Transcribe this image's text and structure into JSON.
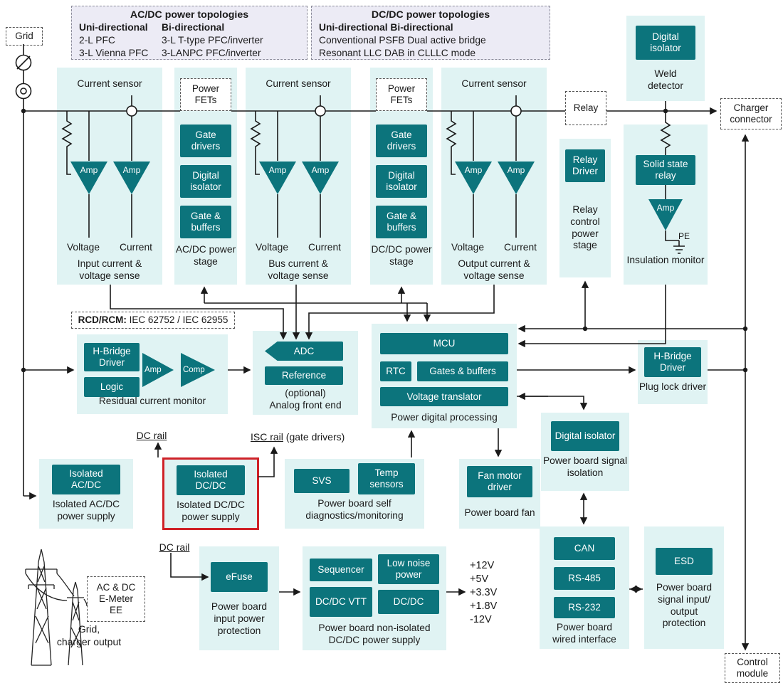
{
  "colors": {
    "teal": "#0c747c",
    "block_bg": "#e0f3f3",
    "topology_bg": "#ecebf5",
    "highlight_red": "#cf2127",
    "line": "#1a1a1a"
  },
  "icons": {
    "breaker": "grid-breaker-icon",
    "meter": "energy-meter-icon",
    "ct": "current-transformer-icon",
    "resistor": "resistor-icon",
    "ground": "pe-ground-icon",
    "towers": "transmission-towers-icon"
  },
  "topology": {
    "acdc": {
      "title": "AC/DC power topologies",
      "h1": "Uni-directional",
      "h2": "Bi-directional",
      "r1c1": "2-L PFC",
      "r1c2": "3-L T-type PFC/inverter",
      "r2c1": "3-L Vienna PFC",
      "r2c2": "3-LANPC PFC/inverter"
    },
    "dcdc": {
      "title": "DC/DC power topologies",
      "h": "Uni-directional Bi-directional",
      "r1": "Conventional PSFB Dual active bridge",
      "r2": "Resonant LLC DAB in CLLLC mode"
    }
  },
  "io": {
    "grid": "Grid",
    "charger_connector": "Charger connector",
    "control_module": "Control module",
    "grid_caption1": "Grid,",
    "grid_caption2": "charger output",
    "emeter1": "AC & DC",
    "emeter2": "E-Meter",
    "emeter3": "EE"
  },
  "weld": {
    "chip": "Digital isolator",
    "label": "Weld detector"
  },
  "cs1": {
    "title": "Current sensor",
    "amp1": "Amp",
    "amp2": "Amp",
    "v": "Voltage",
    "c": "Current",
    "label": "Input current & voltage sense"
  },
  "cs2": {
    "title": "Current sensor",
    "amp1": "Amp",
    "amp2": "Amp",
    "v": "Voltage",
    "c": "Current",
    "label": "Bus current & voltage sense"
  },
  "cs3": {
    "title": "Current sensor",
    "amp1": "Amp",
    "amp2": "Amp",
    "v": "Voltage",
    "c": "Current",
    "label": "Output current & voltage sense"
  },
  "acdc_stage": {
    "fets": "Power FETs",
    "chip1": "Gate drivers",
    "chip2": "Digital isolator",
    "chip3": "Gate & buffers",
    "label": "AC/DC power stage"
  },
  "dcdc_stage": {
    "fets": "Power FETs",
    "chip1": "Gate drivers",
    "chip2": "Digital isolator",
    "chip3": "Gate & buffers",
    "label": "DC/DC power stage"
  },
  "relay_stage": {
    "relay": "Relay",
    "chip": "Relay Driver",
    "label": "Relay control power stage"
  },
  "insulation": {
    "chip": "Solid state relay",
    "amp": "Amp",
    "pe": "PE",
    "label": "Insulation monitor"
  },
  "rcd": {
    "bold": "RCD/RCM:",
    "text": " IEC 62752 / IEC 62955"
  },
  "residual": {
    "chip1": "H-Bridge Driver",
    "chip2": "Logic",
    "amp": "Amp",
    "comp": "Comp",
    "label": "Residual current monitor"
  },
  "afe": {
    "adc": "ADC",
    "ref": "Reference",
    "opt": "(optional)",
    "label": "Analog front end"
  },
  "pdp": {
    "mcu": "MCU",
    "rtc": "RTC",
    "gates": "Gates & buffers",
    "vt": "Voltage translator",
    "label": "Power digital processing"
  },
  "plug_lock": {
    "chip": "H-Bridge Driver",
    "label": "Plug lock driver"
  },
  "sig_iso": {
    "chip": "Digital isolator",
    "label": "Power board signal isolation"
  },
  "rails": {
    "dc_mid": "DC rail",
    "isc": "ISC rail",
    "isc_suffix": " (gate drivers)",
    "dc_bottom": "DC rail"
  },
  "iso_acdc": {
    "chip": "Isolated AC/DC",
    "label": "Isolated AC/DC power supply"
  },
  "iso_dcdc": {
    "chip": "Isolated DC/DC",
    "label": "Isolated DC/DC power supply"
  },
  "diag": {
    "chip1": "SVS",
    "chip2": "Temp sensors",
    "label": "Power board self diagnostics/monitoring"
  },
  "fan": {
    "chip": "Fan motor driver",
    "label": "Power board fan"
  },
  "efuse": {
    "chip": "eFuse",
    "label": "Power board input power protection"
  },
  "noniso": {
    "chip1": "Sequencer",
    "chip2": "Low noise power",
    "chip3": "DC/DC VTT",
    "chip4": "DC/DC",
    "label": "Power board non-isolated DC/DC power supply"
  },
  "volts": {
    "v1": "+12V",
    "v2": "+5V",
    "v3": "+3.3V",
    "v4": "+1.8V",
    "v5": "-12V"
  },
  "wired": {
    "chip1": "CAN",
    "chip2": "RS-485",
    "chip3": "RS-232",
    "label": "Power board wired interface"
  },
  "esd": {
    "chip": "ESD",
    "label": "Power board signal input/ output protection"
  }
}
